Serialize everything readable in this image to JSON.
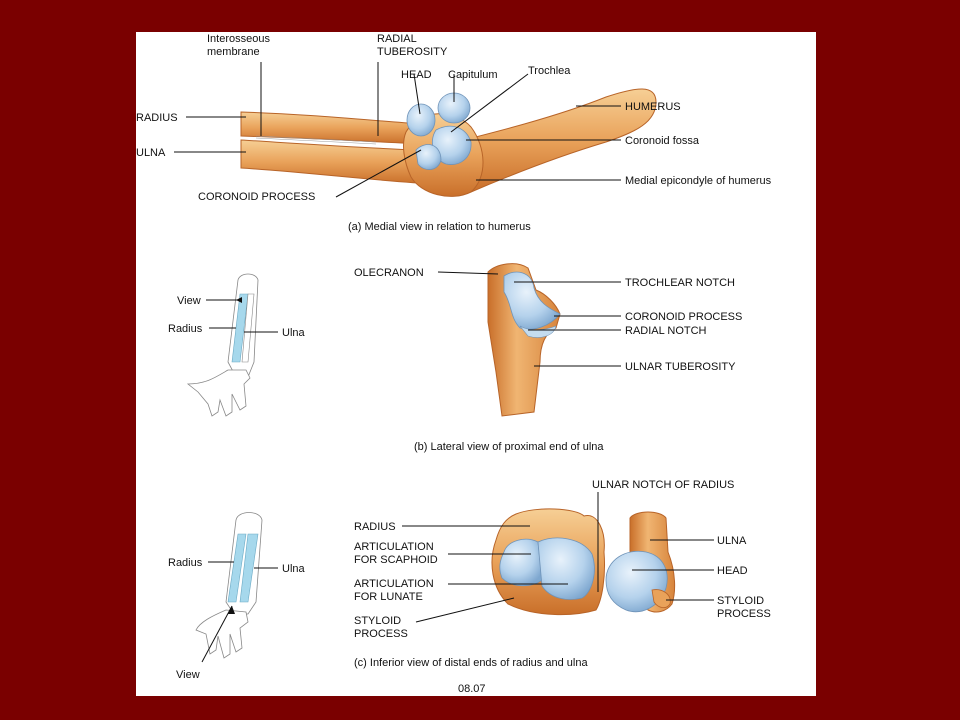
{
  "figure_id": "08.07",
  "panel_a": {
    "caption": "(a) Medial view in relation to humerus",
    "labels": {
      "interosseous_1": "Interosseous",
      "interosseous_2": "membrane",
      "radial_tuberosity_1": "RADIAL",
      "radial_tuberosity_2": "TUBEROSITY",
      "head": "HEAD",
      "capitulum": "Capitulum",
      "trochlea": "Trochlea",
      "radius": "RADIUS",
      "ulna": "ULNA",
      "humerus": "HUMERUS",
      "coronoid_fossa": "Coronoid fossa",
      "coronoid_process": "CORONOID PROCESS",
      "medial_epicondyle": "Medial epicondyle of humerus"
    }
  },
  "panel_b": {
    "caption": "(b) Lateral view of proximal end of ulna",
    "inset_labels": {
      "view": "View",
      "radius": "Radius",
      "ulna": "Ulna"
    },
    "labels": {
      "olecranon": "OLECRANON",
      "trochlear_notch": "TROCHLEAR NOTCH",
      "coronoid_process": "CORONOID PROCESS",
      "radial_notch": "RADIAL NOTCH",
      "ulnar_tuberosity": "ULNAR TUBEROSITY"
    }
  },
  "panel_c": {
    "caption": "(c) Inferior view of distal ends of radius and ulna",
    "inset_labels": {
      "radius": "Radius",
      "ulna": "Ulna",
      "view": "View"
    },
    "labels": {
      "ulnar_notch": "ULNAR NOTCH OF RADIUS",
      "radius": "RADIUS",
      "art_scaphoid_1": "ARTICULATION",
      "art_scaphoid_2": "FOR SCAPHOID",
      "art_lunate_1": "ARTICULATION",
      "art_lunate_2": "FOR LUNATE",
      "styloid_left_1": "STYLOID",
      "styloid_left_2": "PROCESS",
      "ulna": "ULNA",
      "head": "HEAD",
      "styloid_right_1": "STYLOID",
      "styloid_right_2": "PROCESS"
    }
  },
  "colors": {
    "background": "#7a0000",
    "bone": "#e9a25a",
    "bone_dark": "#c96f2a",
    "cartilage": "#a9c9e6",
    "inset_highlight": "#a6d8ec"
  }
}
